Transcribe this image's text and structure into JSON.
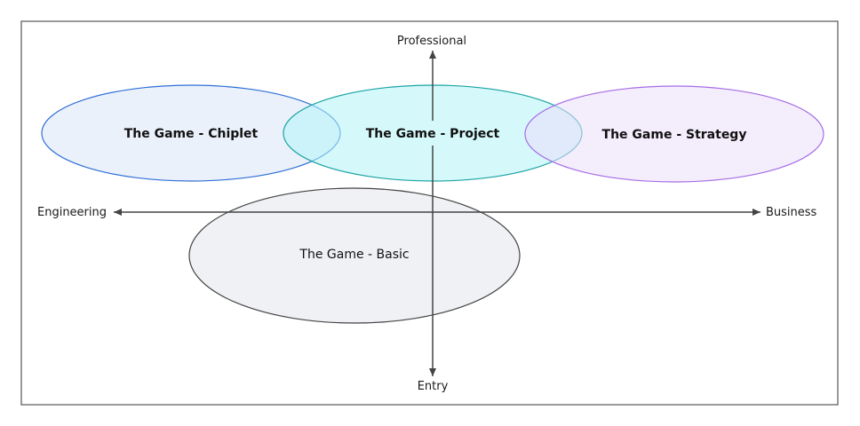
{
  "axes": {
    "top_label": "Professional",
    "bottom_label": "Entry",
    "left_label": "Engineering",
    "right_label": "Business",
    "line_color": "#444444"
  },
  "frame": {
    "border_color": "#555555"
  },
  "ovals": [
    {
      "id": "chiplet",
      "label": "The Game - Chiplet",
      "bold": true,
      "stroke": "#2f6fd6",
      "fill": "#dbe6f7"
    },
    {
      "id": "project",
      "label": "The Game - Project",
      "bold": true,
      "stroke": "#1aa3a3",
      "fill": "#b3f4f7"
    },
    {
      "id": "strategy",
      "label": "The Game - Strategy",
      "bold": true,
      "stroke": "#a56de6",
      "fill": "#ebdefa"
    },
    {
      "id": "basic",
      "label": "The Game - Basic",
      "bold": false,
      "stroke": "#444444",
      "fill": "#e4e6ec"
    }
  ]
}
